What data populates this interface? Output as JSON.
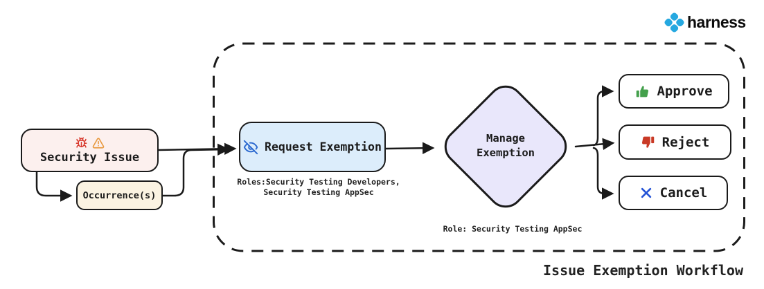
{
  "brand": {
    "name": "harness",
    "logo_icon": "harness-clover-icon"
  },
  "workflow": {
    "title": "Issue Exemption Workflow"
  },
  "nodes": {
    "security_issue": {
      "label": "Security Issue",
      "icons": [
        "bug-icon",
        "warning-triangle-icon"
      ]
    },
    "occurrences": {
      "label": "Occurrence(s)"
    },
    "request_exemption": {
      "label": "Request Exemption",
      "icon": "eye-off-icon",
      "roles_line1": "Roles:Security Testing Developers,",
      "roles_line2": "Security Testing AppSec"
    },
    "manage_exemption": {
      "line1": "Manage",
      "line2": "Exemption",
      "role_note": "Role: Security Testing AppSec"
    },
    "approve": {
      "label": "Approve",
      "icon": "thumbs-up-icon"
    },
    "reject": {
      "label": "Reject",
      "icon": "thumbs-down-icon"
    },
    "cancel": {
      "label": "Cancel",
      "icon": "x-icon"
    }
  },
  "colors": {
    "border": "#1a1a1a",
    "arrow": "#1a1a1a",
    "text": "#1b1b1b",
    "security_bg": "#fcf0ee",
    "occurrence_bg": "#fbf3e2",
    "request_bg": "#dcedfb",
    "diamond_bg": "#e9e7fb",
    "action_bg": "#ffffff",
    "approve_icon": "#44a04c",
    "reject_icon": "#c93a26",
    "cancel_icon": "#2453d6",
    "bug_icon": "#d8382c",
    "warning_icon": "#e8993f",
    "eye_icon": "#2e6bd0",
    "brand_blue": "#25a8e0"
  }
}
